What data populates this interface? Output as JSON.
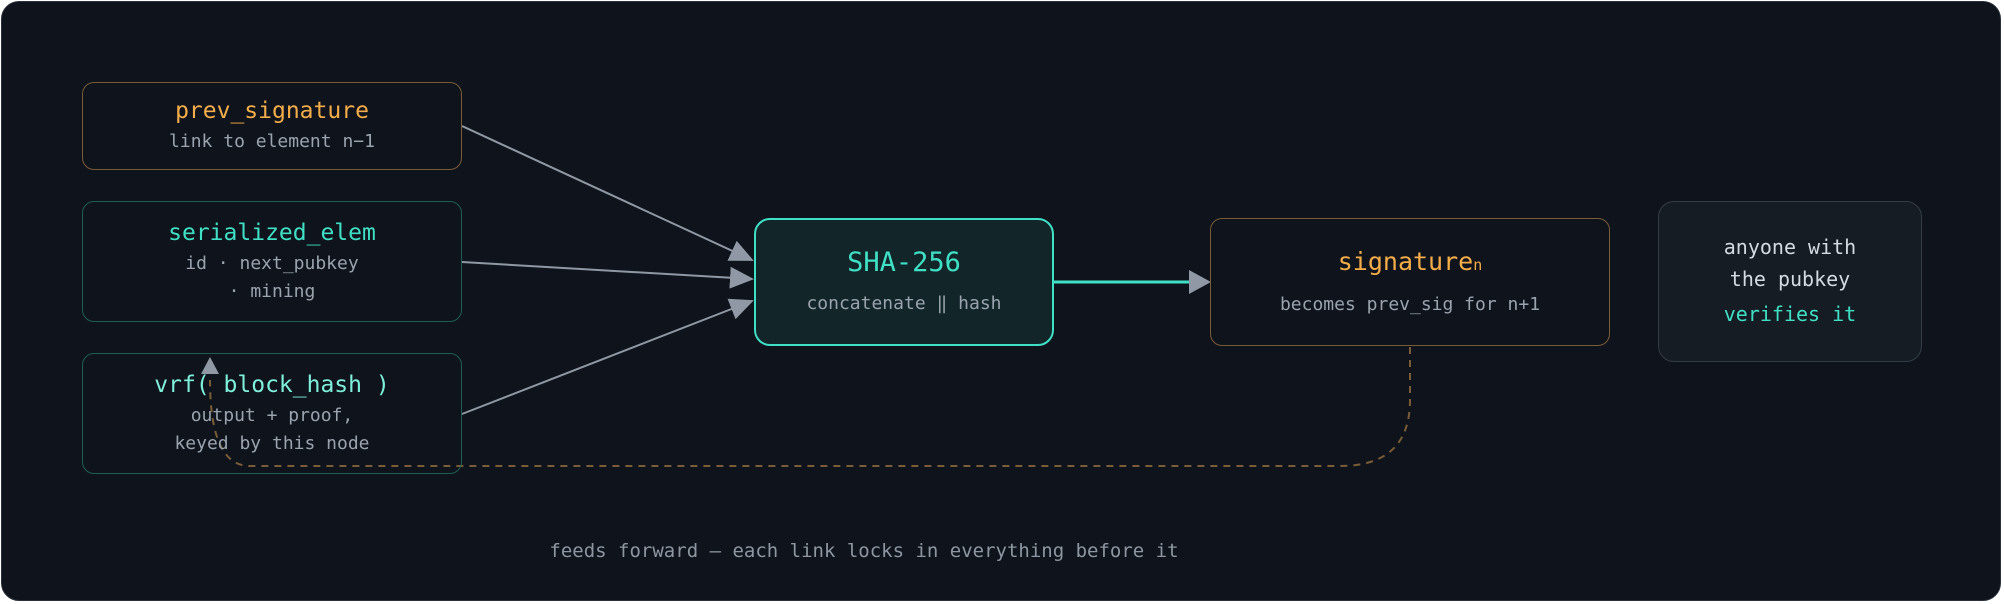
{
  "nodes": {
    "prev_signature": {
      "title": "prev_signature",
      "sub": "link to element n−1"
    },
    "serialized_elem": {
      "title": "serialized_elem",
      "sub_line1": "id · next_pubkey",
      "sub_line2": "· mining"
    },
    "vrf": {
      "title": "vrf( block_hash )",
      "sub_line1": "output + proof,",
      "sub_line2": "keyed by this node"
    },
    "sha": {
      "title": "SHA-256",
      "sub": "concatenate ‖ hash"
    },
    "signature": {
      "title": "signature",
      "subscript": "n",
      "sub": "becomes prev_sig for n+1"
    },
    "verify": {
      "line1": "anyone with",
      "line2": "the pubkey",
      "line3": "verifies it"
    }
  },
  "caption": "feeds forward — each link locks in everything before it",
  "colors": {
    "background": "#0f141c",
    "orange": "#f5ad4a",
    "teal": "#3fe0c5",
    "arrow_gray": "#8f98a4",
    "dashed_feedback": "#7a5c36"
  }
}
